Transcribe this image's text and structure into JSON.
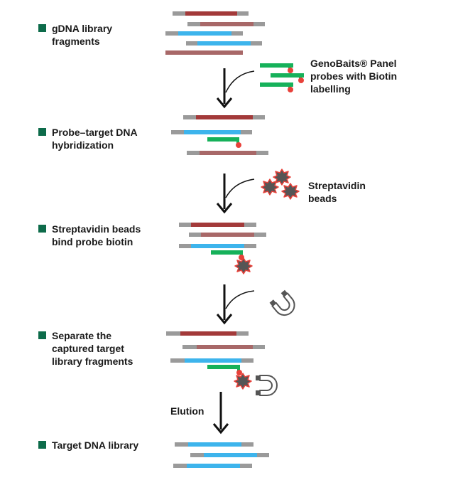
{
  "steps": [
    {
      "label_line1": "gDNA library",
      "label_line2": "fragments"
    },
    {
      "label_line1": "Probe–target DNA",
      "label_line2": "hybridization"
    },
    {
      "label_line1": "Streptavidin beads",
      "label_line2": "bind probe biotin"
    },
    {
      "label_line1": "Separate the",
      "label_line2": "captured target",
      "label_line3": "library fragments"
    },
    {
      "label_line1": "Target DNA library"
    }
  ],
  "annotations": {
    "probes_line1": "GenoBaits® Panel",
    "probes_line2": "probes with Biotin",
    "probes_line3": "labelling",
    "beads_line1": "Streptavidin",
    "beads_line2": "beads",
    "elution": "Elution"
  },
  "icons": [
    "bullet-square",
    "down-arrow",
    "streptavidin-bead",
    "magnet-icon",
    "biotin-dot"
  ],
  "colors": {
    "bullet": "#0d6b4a",
    "adapter_gray": "#9a9a9a",
    "fragment_dark_red": "#a33a3a",
    "fragment_light_red": "#a86868",
    "target_blue": "#3db4ec",
    "probe_green": "#16b15a",
    "biotin_red": "#e8413a",
    "bead_gray": "#555555",
    "arrow_black": "#111111"
  }
}
